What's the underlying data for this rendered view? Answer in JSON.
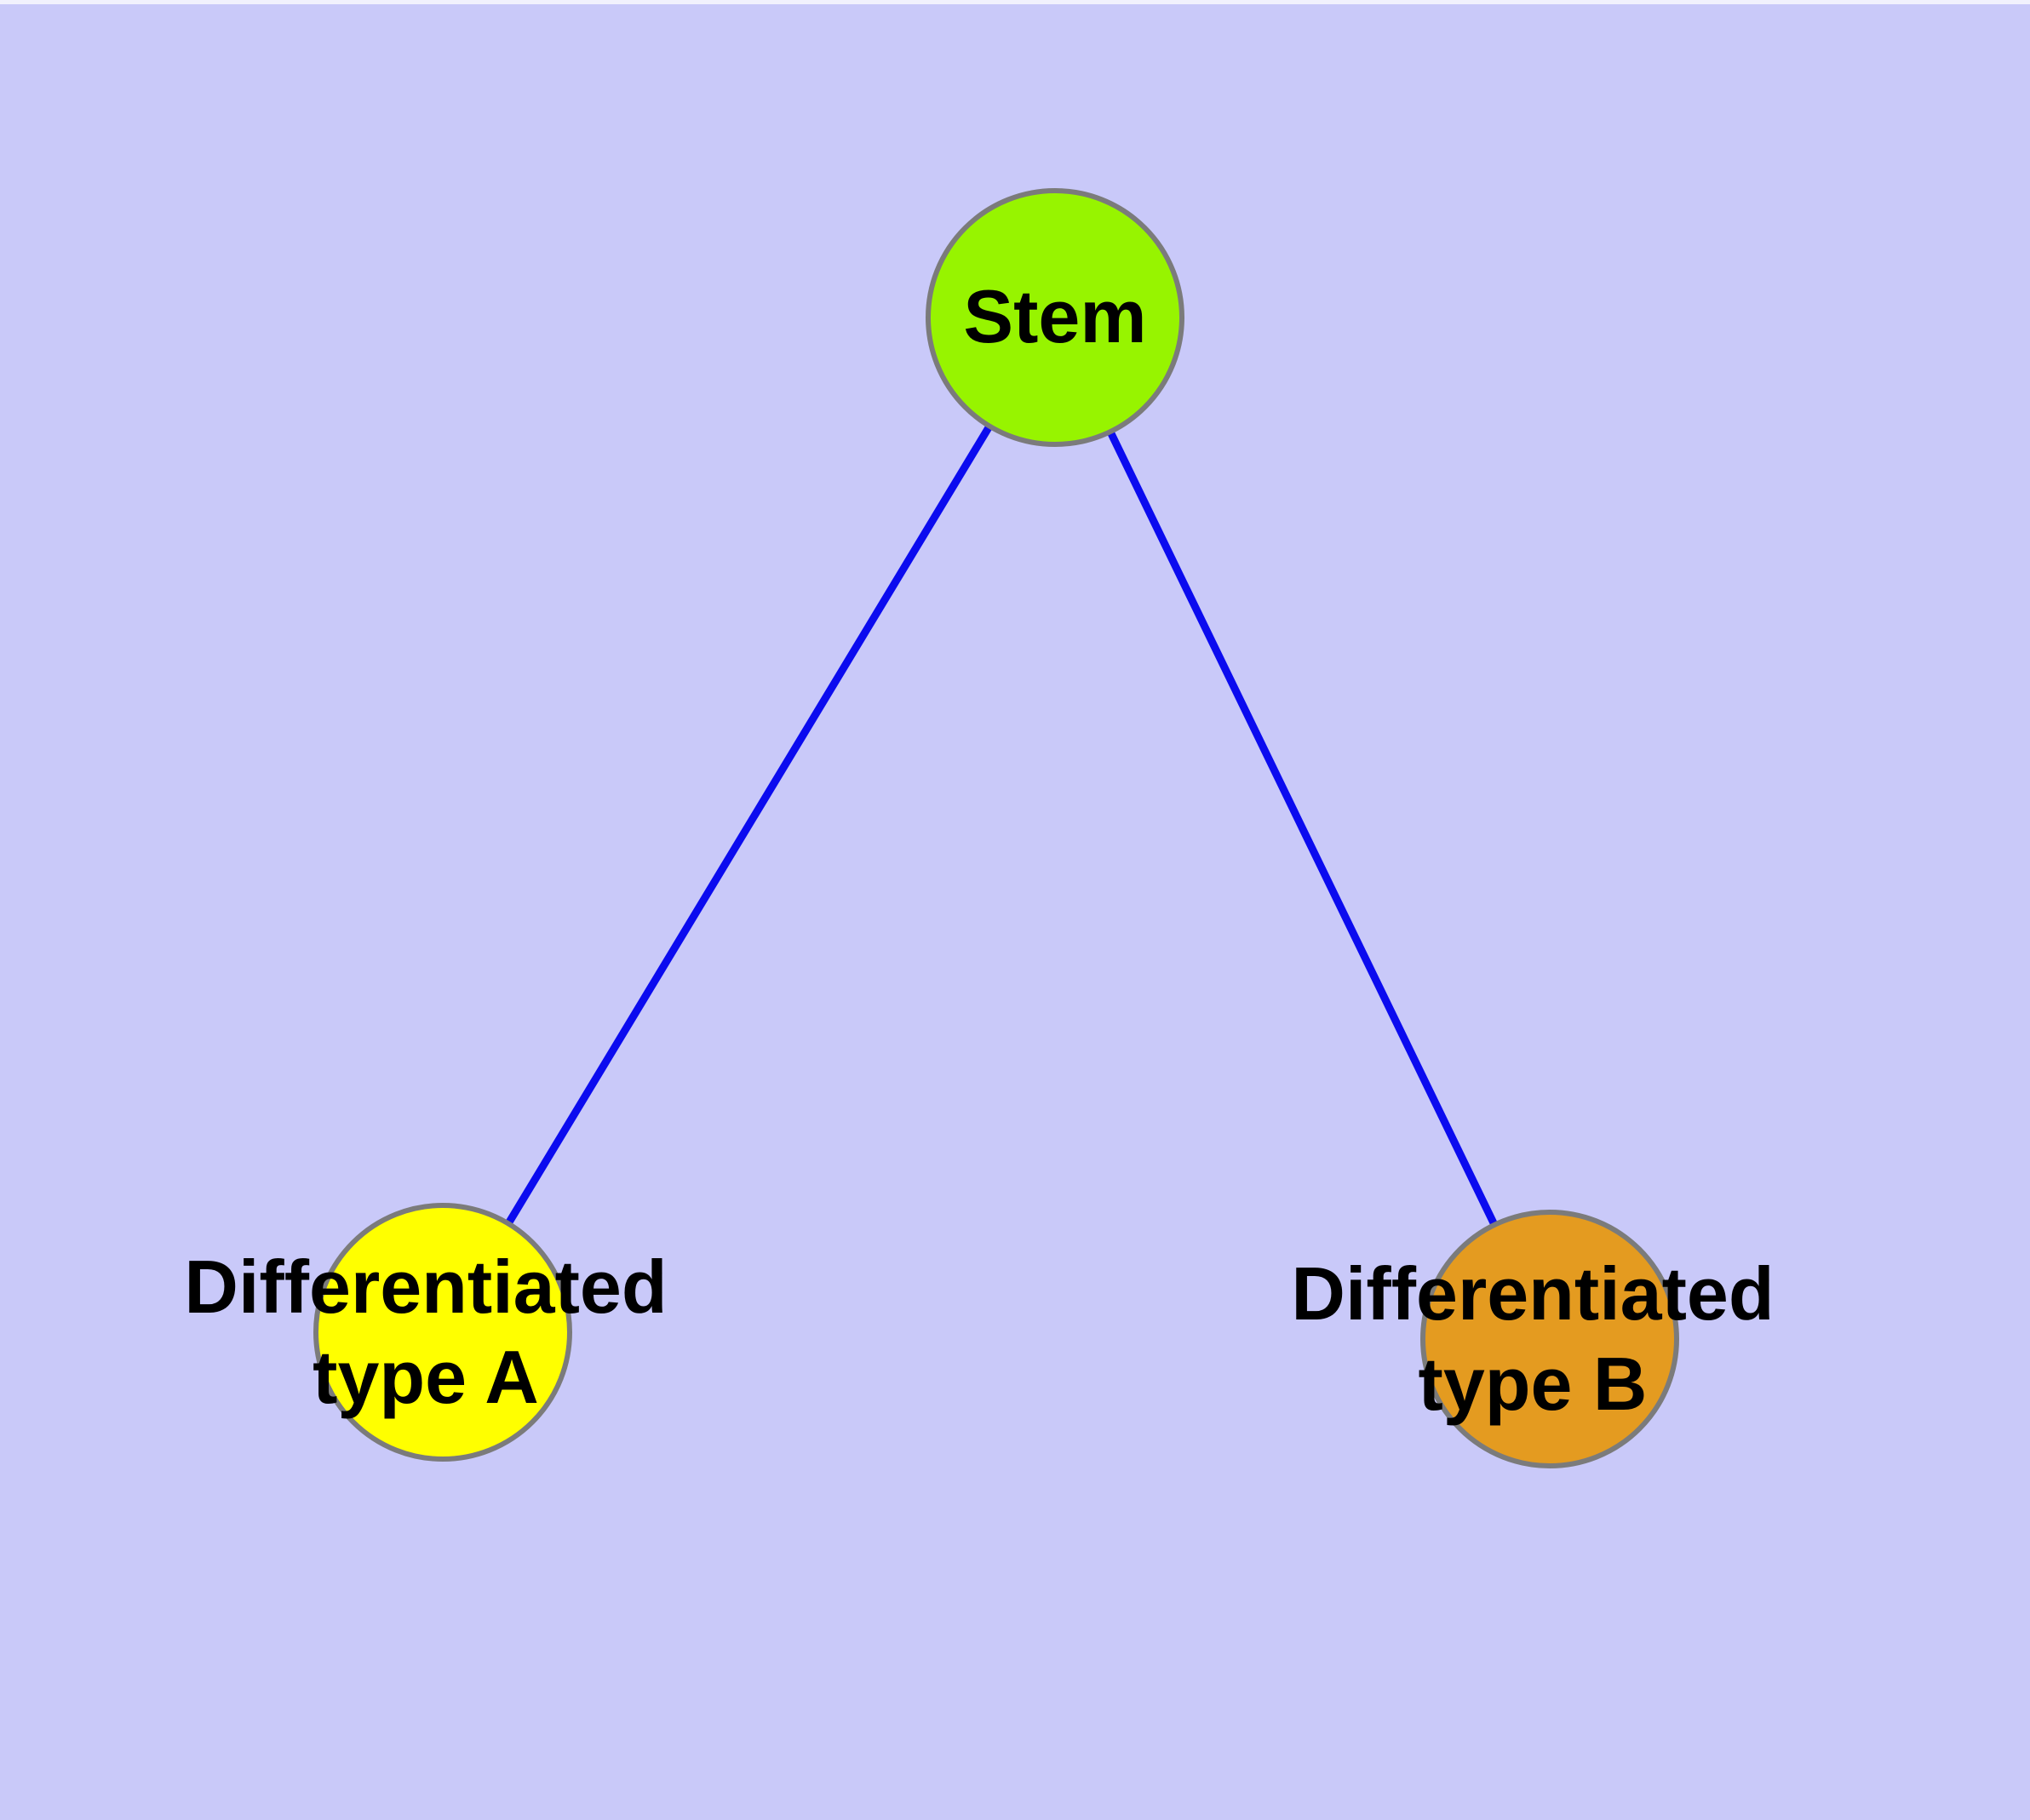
{
  "colors": {
    "background": "#C9C9F9",
    "top_edge_highlight": "#F1F1FD",
    "edge": "#0B0BEF",
    "node_border": "#7B7B7B",
    "node_stem": "#97F400",
    "node_type_a": "#FFFF00",
    "node_type_b": "#E49B20",
    "label_text": "#000000"
  },
  "nodes": {
    "stem": {
      "label": "Stem"
    },
    "type_a": {
      "label_line1": "Differentiated",
      "label_line2": "type A"
    },
    "type_b": {
      "label_line1": "Differentiated",
      "label_line2": "type B"
    }
  },
  "edges": [
    {
      "from": "Stem",
      "to": "Differentiated type A"
    },
    {
      "from": "Stem",
      "to": "Differentiated type B"
    }
  ]
}
